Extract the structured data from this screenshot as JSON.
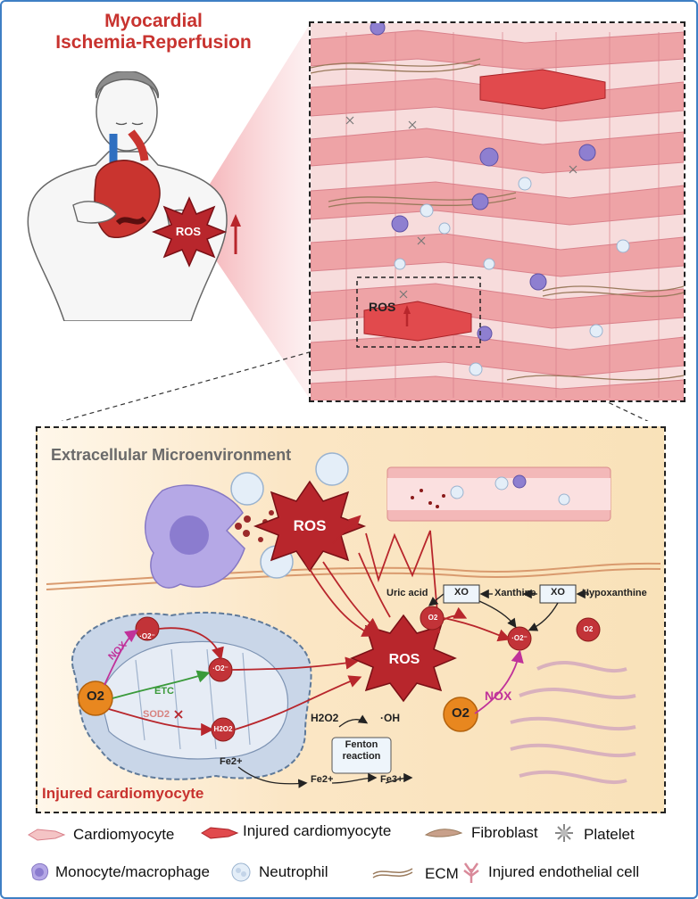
{
  "title_line1": "Myocardial",
  "title_line2": "Ischemia-Reperfusion",
  "ros": "ROS",
  "microenv_title": "Extracellular Microenvironment",
  "injured_label": "Injured cardiomyocyte",
  "molecules": {
    "o2": "O2",
    "superoxide": "·O2⁻",
    "h2o2": "H2O2",
    "oh": "·OH",
    "fe2": "Fe2+",
    "fe3": "Fe3+",
    "fenton": "Fenton reaction",
    "uric_acid": "Uric acid",
    "xanthine": "Xanthine",
    "hypoxanthine": "Hypoxanthine",
    "xo": "XO"
  },
  "enzymes": {
    "nox": "NOX",
    "etc": "ETC",
    "sod2": "SOD2"
  },
  "legend": [
    {
      "label": "Cardiomyocyte",
      "icon": "cardiomyocyte-icon"
    },
    {
      "label": "Injured cardiomyocyte",
      "icon": "injured-cardiomyocyte-icon"
    },
    {
      "label": "Fibroblast",
      "icon": "fibroblast-icon"
    },
    {
      "label": "Platelet",
      "icon": "platelet-icon"
    },
    {
      "label": "Monocyte/macrophage",
      "icon": "monocyte-icon"
    },
    {
      "label": "Neutrophil",
      "icon": "neutrophil-icon"
    },
    {
      "label": "ECM",
      "icon": "ecm-icon"
    },
    {
      "label": "Injured endothelial cell",
      "icon": "endothelial-icon"
    }
  ],
  "colors": {
    "title_red": "#c8332f",
    "ros_red": "#b8262c",
    "border_blue": "#3f7fc4",
    "nox_magenta": "#c0329a",
    "etc_green": "#3a9a3a",
    "o2_orange": "#e8871f"
  }
}
